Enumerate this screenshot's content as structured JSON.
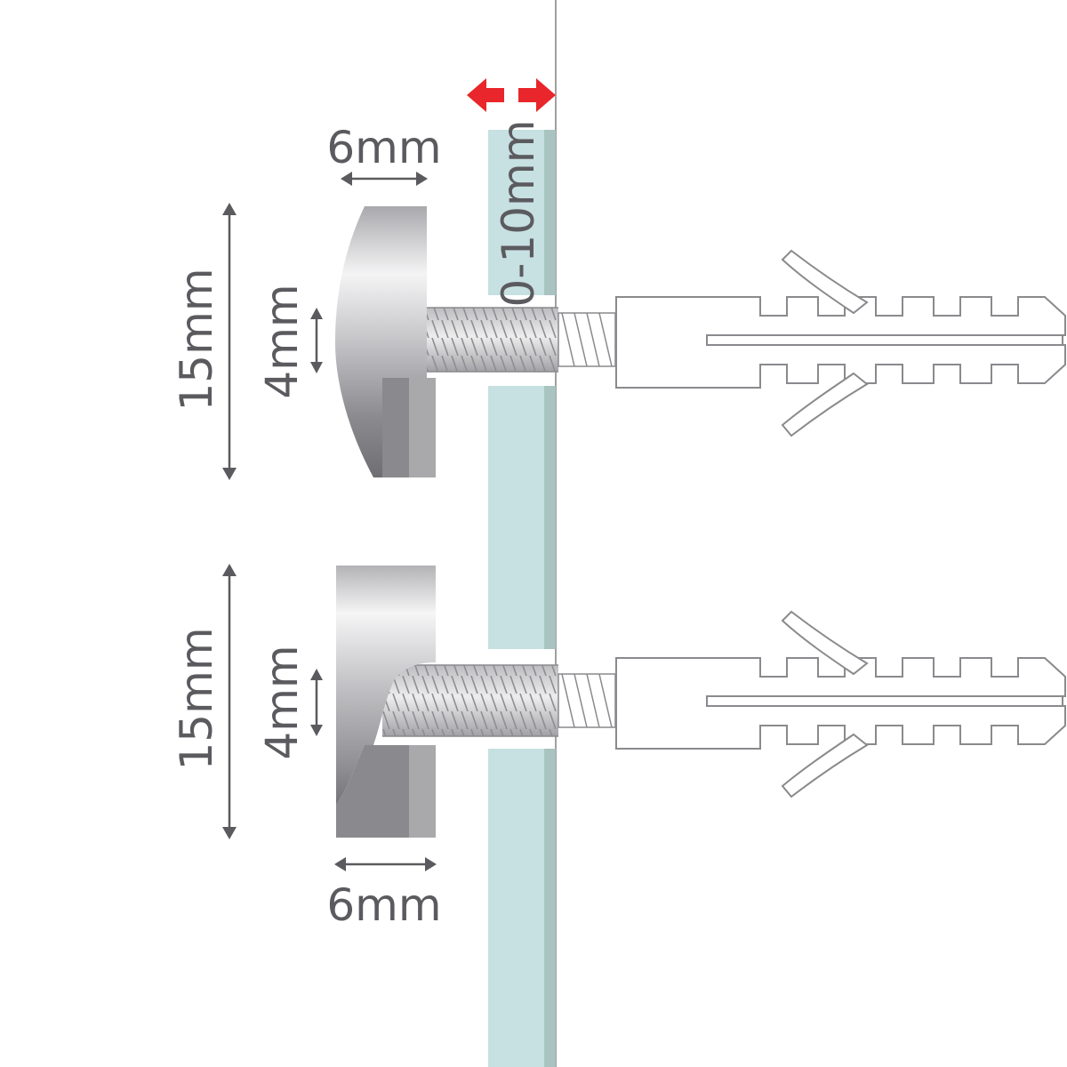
{
  "labels": {
    "cap_top_width": "6mm",
    "cap_bottom_width": "6mm",
    "cap_top_height": "15mm",
    "cap_bottom_height": "15mm",
    "thread_top": "4mm",
    "thread_bottom": "4mm",
    "panel_thickness": "0-10mm"
  },
  "colors": {
    "dimension": "#5b5b5f",
    "glass": "#c7e0e2",
    "glass_edge": "#a9c4c0",
    "arrow_accent": "#e8262b",
    "outline": "#8a8a8f",
    "steel_dark": "#8a8a8e",
    "steel_light": "#eeeeef"
  }
}
